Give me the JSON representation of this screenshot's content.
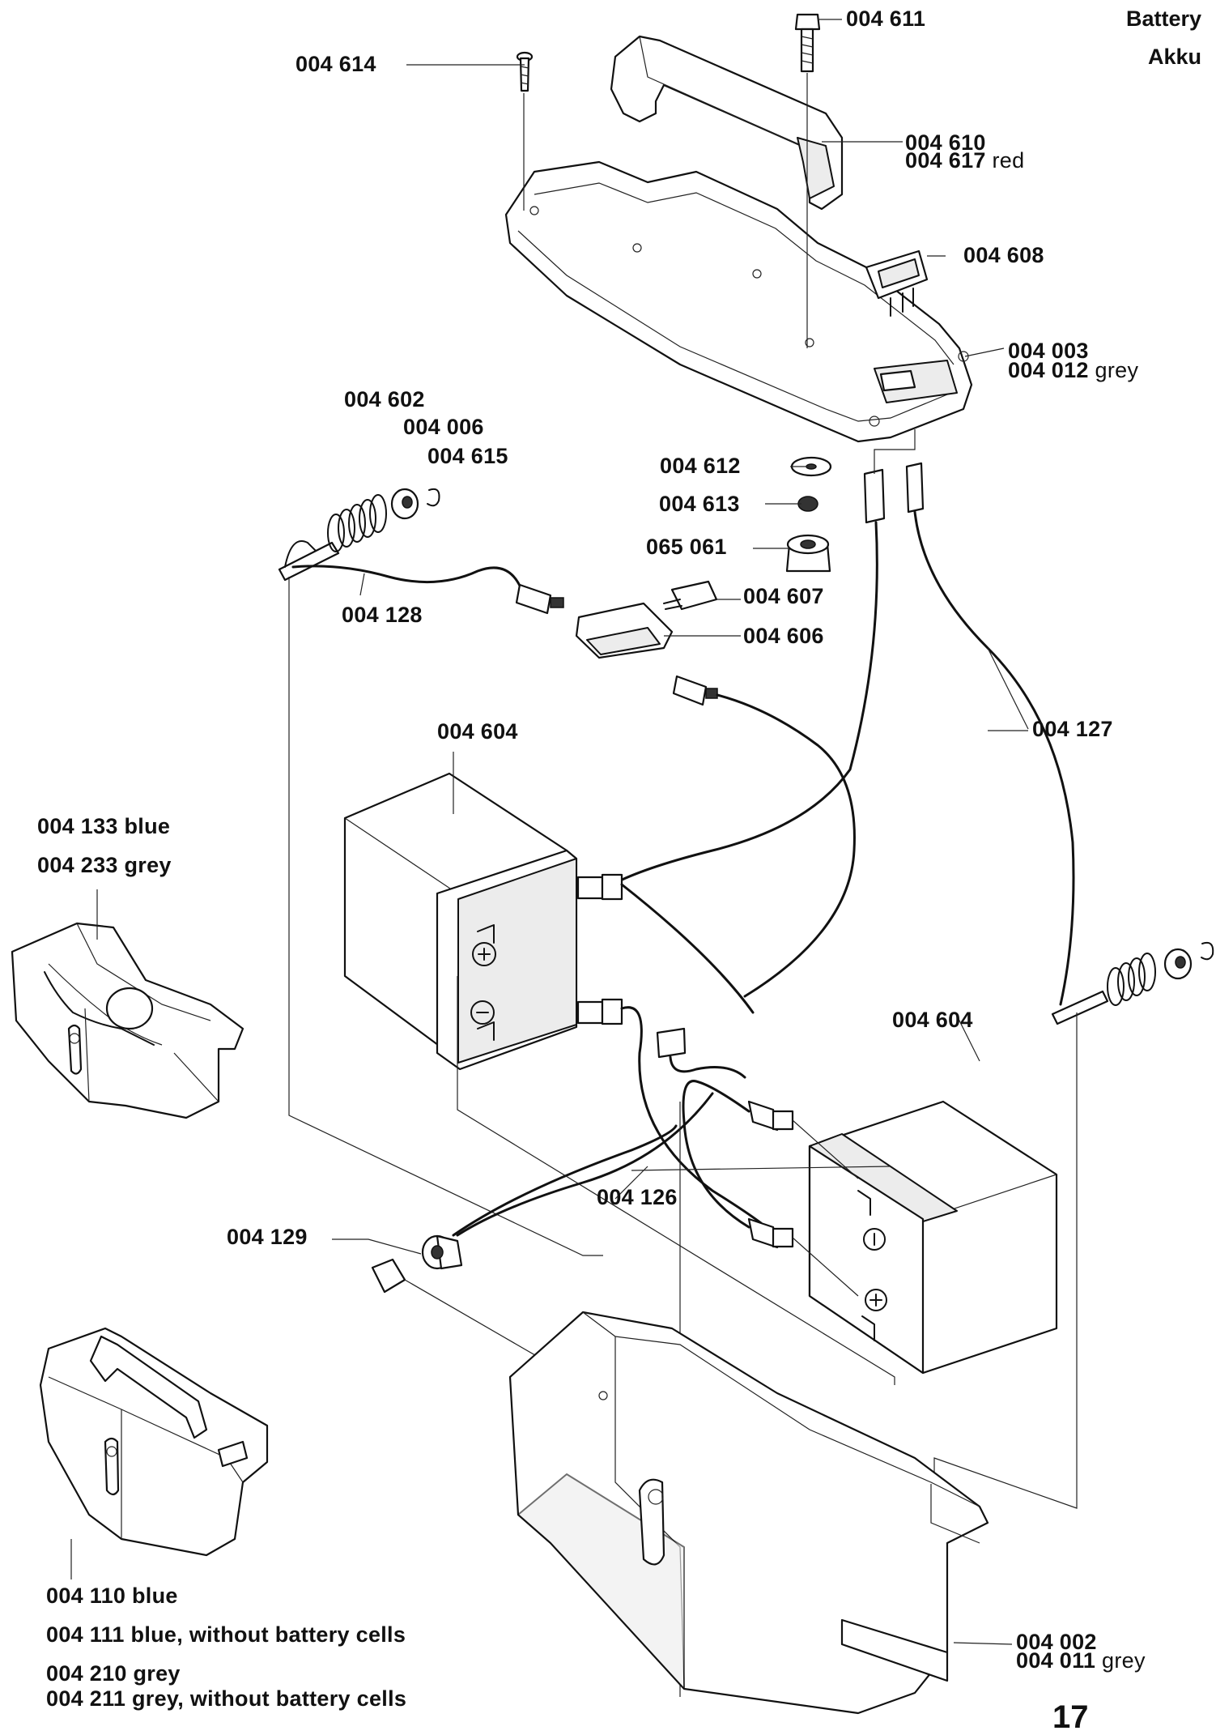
{
  "titles": {
    "en": "Battery",
    "de": "Akku"
  },
  "page_number": "17",
  "labels": {
    "p004611": {
      "code": "004 611"
    },
    "p004614": {
      "code": "004 614"
    },
    "p004610": {
      "code": "004 610"
    },
    "p004617": {
      "code": "004 617",
      "suffix": "red"
    },
    "p004608": {
      "code": "004 608"
    },
    "p004003": {
      "code": "004 003"
    },
    "p004012": {
      "code": "004 012",
      "suffix": "grey"
    },
    "p004602": {
      "code": "004 602"
    },
    "p004006": {
      "code": "004 006"
    },
    "p004615": {
      "code": "004 615"
    },
    "p004612": {
      "code": "004 612"
    },
    "p004613": {
      "code": "004 613"
    },
    "p065061": {
      "code": "065 061"
    },
    "p004607": {
      "code": "004 607"
    },
    "p004606": {
      "code": "004 606"
    },
    "p004128": {
      "code": "004 128"
    },
    "p004127": {
      "code": "004 127"
    },
    "p004604a": {
      "code": "004 604"
    },
    "p004604b": {
      "code": "004 604"
    },
    "p004133": {
      "code": "004 133 blue"
    },
    "p004233": {
      "code": "004 233 grey"
    },
    "p004126": {
      "code": "004 126"
    },
    "p004129": {
      "code": "004 129"
    },
    "p004110": {
      "code": "004 110 blue"
    },
    "p004111": {
      "code": "004 111 blue, without battery cells"
    },
    "p004210": {
      "code": "004 210 grey"
    },
    "p004211": {
      "code": "004 211 grey, without battery cells"
    },
    "p004002": {
      "code": "004 002"
    },
    "p004011": {
      "code": "004 011",
      "suffix": "grey"
    }
  }
}
